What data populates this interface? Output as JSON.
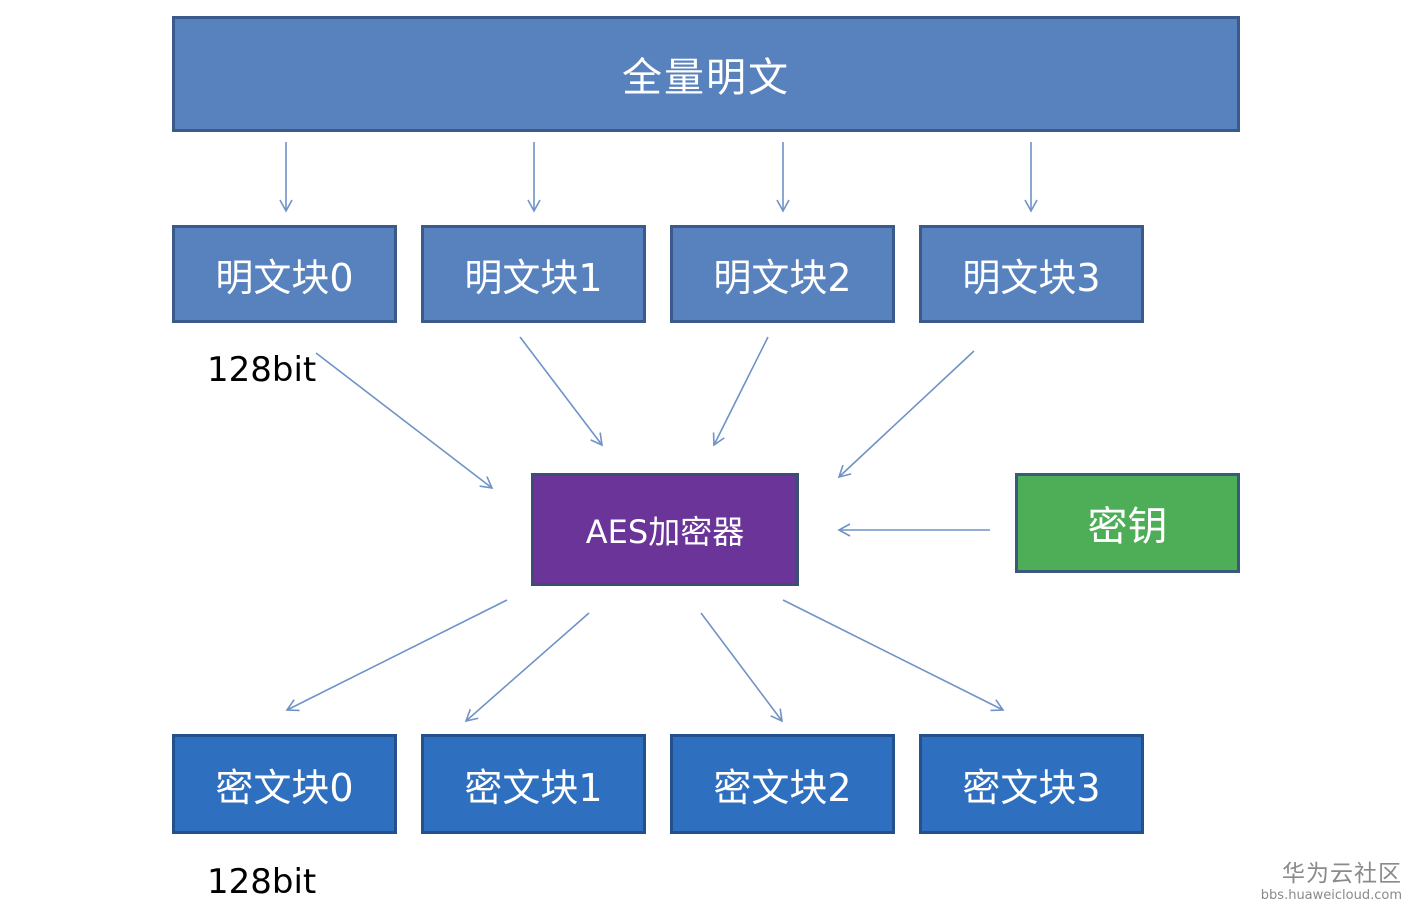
{
  "colors": {
    "plain": "#5882be",
    "cipher": "#2f6fbf",
    "aes": "#6a3499",
    "key": "#4ead57",
    "arrow": "#6f93c6"
  },
  "diagram": {
    "full_plaintext": "全量明文",
    "plain_blocks": [
      "明文块0",
      "明文块1",
      "明文块2",
      "明文块3"
    ],
    "encryptor": "AES加密器",
    "key": "密钥",
    "cipher_blocks": [
      "密文块0",
      "密文块1",
      "密文块2",
      "密文块3"
    ],
    "plain_block_size": "128bit",
    "cipher_block_size": "128bit"
  },
  "watermark": {
    "brand": "华为云社区",
    "url": "bbs.huaweicloud.com"
  }
}
